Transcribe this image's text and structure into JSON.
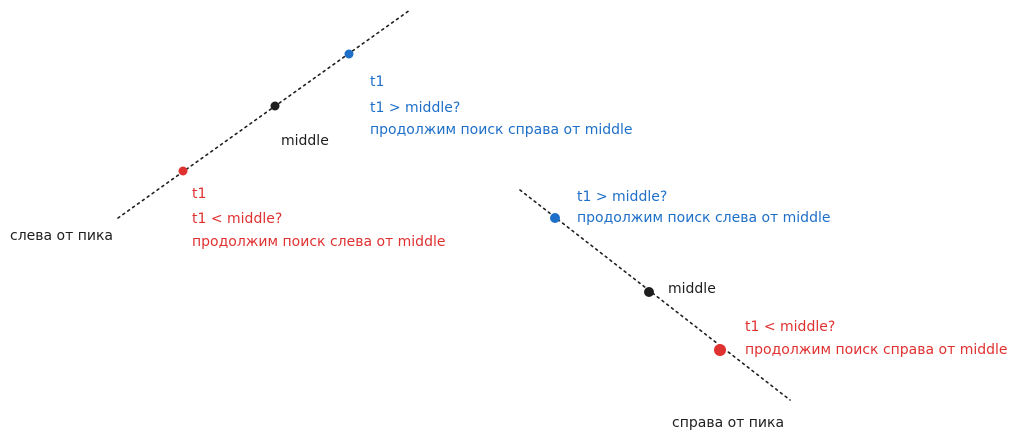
{
  "colors": {
    "blue": "#1e6fc8",
    "red": "#e03131",
    "black": "#1e1e1e"
  },
  "left_diagram": {
    "side_label": "слева от пика",
    "middle_label": "middle",
    "upper_t1": "t1",
    "upper_condition": "t1 > middle?",
    "upper_action": "продолжим поиск справа от middle",
    "lower_t1": "t1",
    "lower_condition": "t1 < middle?",
    "lower_action": "продолжим поиск слева от middle"
  },
  "right_diagram": {
    "side_label": "справа от пика",
    "middle_label": "middle",
    "upper_condition": "t1 > middle?",
    "upper_action": "продолжим поиск слева от middle",
    "lower_condition": "t1 < middle?",
    "lower_action": "продолжим поиск справа от middle"
  }
}
